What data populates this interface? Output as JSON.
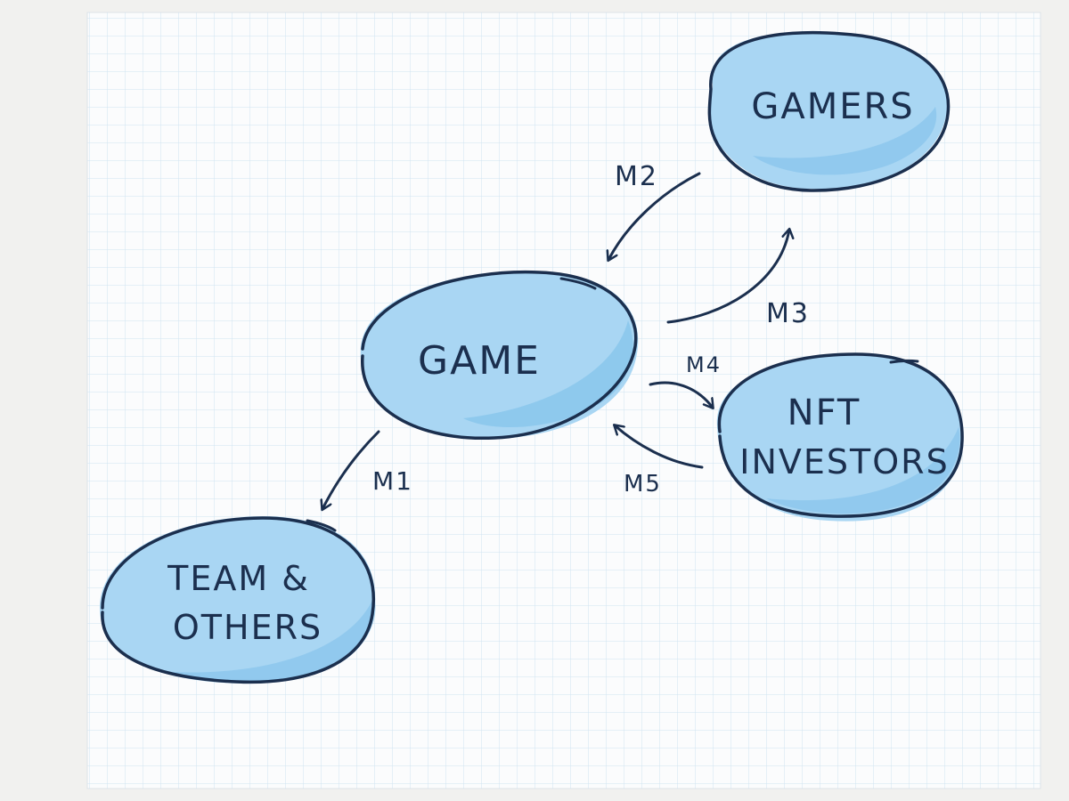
{
  "diagram": {
    "nodes": {
      "game": {
        "label": "GAME"
      },
      "gamers": {
        "label": "GAMERS"
      },
      "nft_investors": {
        "line1": "NFT",
        "line2": "INVESTORS"
      },
      "team_others": {
        "line1": "TEAM &",
        "line2": "OTHERS"
      }
    },
    "edges": {
      "m1": {
        "label": "M1"
      },
      "m2": {
        "label": "M2"
      },
      "m3": {
        "label": "M3"
      },
      "m4": {
        "label": "M4"
      },
      "m5": {
        "label": "M5"
      }
    }
  },
  "colors": {
    "paper": "#fbfcfd",
    "grid": "#cfe3f1",
    "bubble_fill": "#a9d6f3",
    "bubble_shade": "#7dc0ea",
    "ink": "#1b2f4e"
  }
}
